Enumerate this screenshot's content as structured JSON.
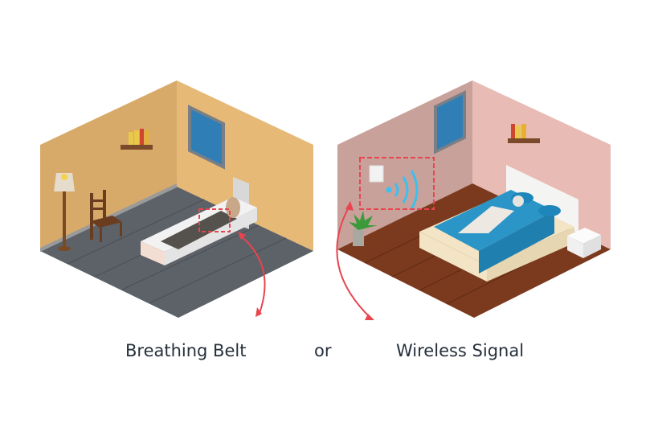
{
  "labels": {
    "left": "Breathing Belt",
    "connector": "or",
    "right": "Wireless Signal"
  },
  "colors": {
    "accent_red": "#e8454f",
    "signal_blue": "#3cc0ee",
    "left_wall_dark": "#d9a968",
    "left_wall_light": "#e8b878",
    "left_floor": "#5c6168",
    "right_wall_dark": "#c8a09a",
    "right_wall_light": "#e8bab4",
    "right_floor": "#7a3a1e"
  }
}
